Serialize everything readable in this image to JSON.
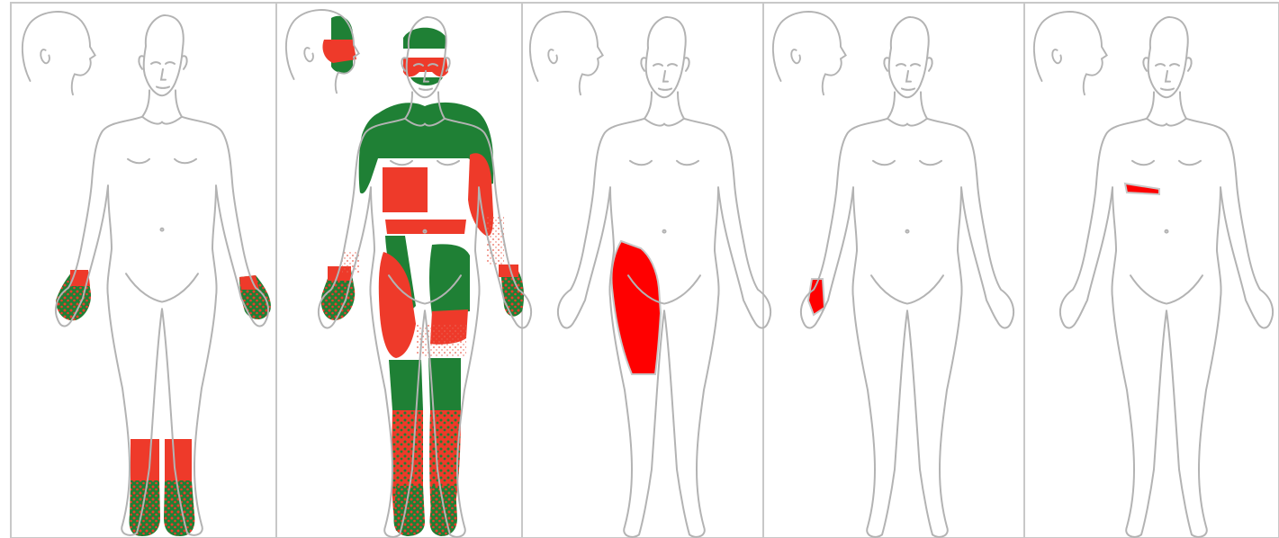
{
  "colors": {
    "outline": "#b3b3b3",
    "panel_border": "#c8c8c8",
    "red": "#ee3a2a",
    "bright_red": "#ff0000",
    "green": "#1f8035",
    "speckle": "#e9604f"
  },
  "panels": [
    {
      "id": "panel-1",
      "markings": "red-green-speckle-hands-feet"
    },
    {
      "id": "panel-2",
      "markings": "red-green-multiregion"
    },
    {
      "id": "panel-3",
      "markings": "red-right-thigh"
    },
    {
      "id": "panel-4",
      "markings": "red-right-palm"
    },
    {
      "id": "panel-5",
      "markings": "red-upper-abdomen-band"
    }
  ]
}
